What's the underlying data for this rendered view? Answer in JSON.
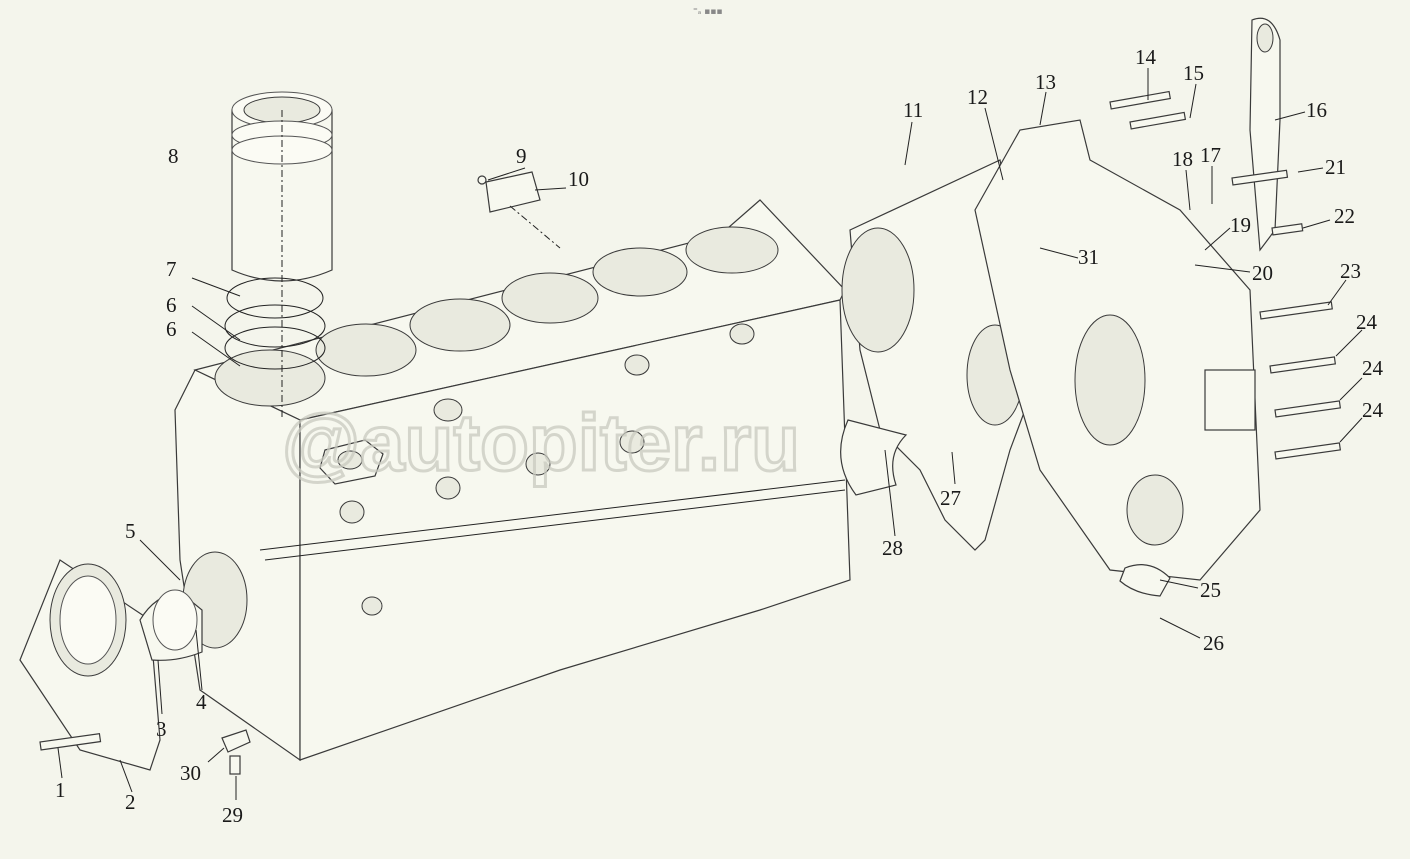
{
  "top_mark": "⁼ₐ ▪▪▪",
  "watermark": "@autopiter.ru",
  "callouts": [
    {
      "id": "1",
      "label": "1"
    },
    {
      "id": "2",
      "label": "2"
    },
    {
      "id": "3",
      "label": "3"
    },
    {
      "id": "4",
      "label": "4"
    },
    {
      "id": "5",
      "label": "5"
    },
    {
      "id": "6a",
      "label": "6"
    },
    {
      "id": "6b",
      "label": "6"
    },
    {
      "id": "7",
      "label": "7"
    },
    {
      "id": "8",
      "label": "8"
    },
    {
      "id": "9",
      "label": "9"
    },
    {
      "id": "10",
      "label": "10"
    },
    {
      "id": "11",
      "label": "11"
    },
    {
      "id": "12",
      "label": "12"
    },
    {
      "id": "13",
      "label": "13"
    },
    {
      "id": "14",
      "label": "14"
    },
    {
      "id": "15",
      "label": "15"
    },
    {
      "id": "16",
      "label": "16"
    },
    {
      "id": "17",
      "label": "17"
    },
    {
      "id": "18",
      "label": "18"
    },
    {
      "id": "19",
      "label": "19"
    },
    {
      "id": "20",
      "label": "20"
    },
    {
      "id": "21",
      "label": "21"
    },
    {
      "id": "22",
      "label": "22"
    },
    {
      "id": "23",
      "label": "23"
    },
    {
      "id": "24a",
      "label": "24"
    },
    {
      "id": "24b",
      "label": "24"
    },
    {
      "id": "24c",
      "label": "24"
    },
    {
      "id": "25",
      "label": "25"
    },
    {
      "id": "26",
      "label": "26"
    },
    {
      "id": "27",
      "label": "27"
    },
    {
      "id": "28",
      "label": "28"
    },
    {
      "id": "29",
      "label": "29"
    },
    {
      "id": "30",
      "label": "30"
    },
    {
      "id": "31",
      "label": "31"
    }
  ]
}
